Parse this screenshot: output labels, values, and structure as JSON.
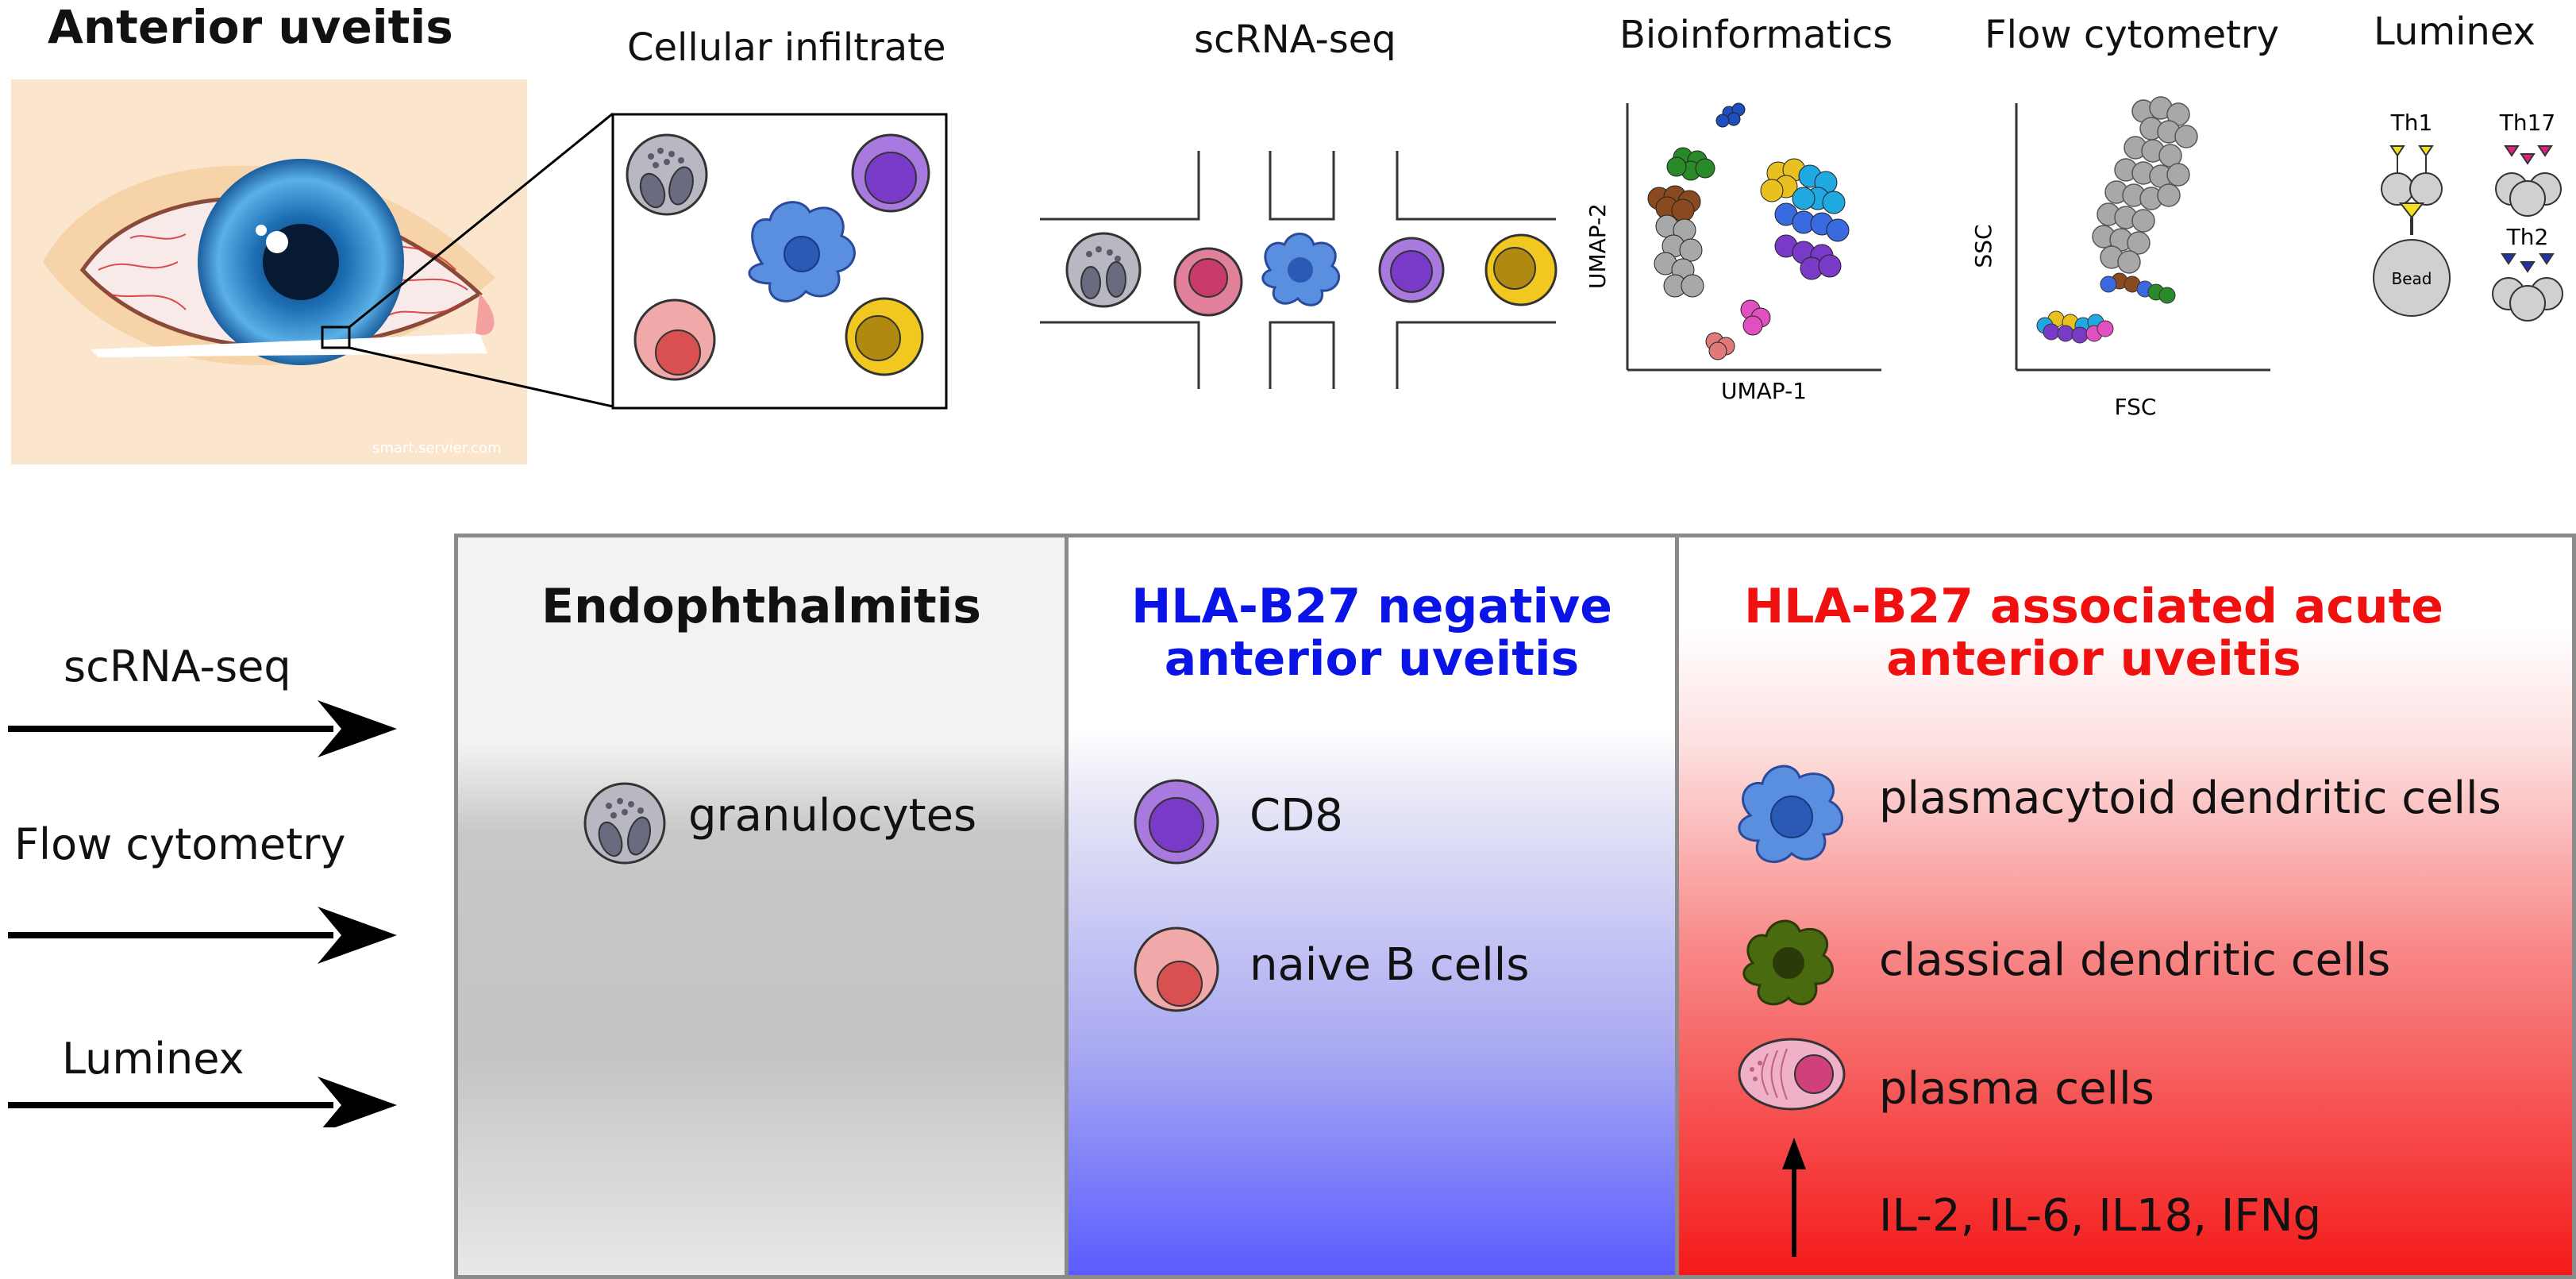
{
  "top": {
    "title": "Anterior uveitis",
    "watermark": "smart.servier.com",
    "steps": [
      "Cellular infiltrate",
      "scRNA-seq",
      "Bioinformatics",
      "Flow cytometry",
      "Luminex"
    ],
    "umap": {
      "x_label": "UMAP-1",
      "y_label": "UMAP-2"
    },
    "flow": {
      "x_label": "FSC",
      "y_label": "SSC"
    },
    "luminex": {
      "th1": "Th1",
      "th17": "Th17",
      "th2": "Th2",
      "bead": "Bead"
    }
  },
  "methods": [
    "scRNA-seq",
    "Flow cytometry",
    "Luminex"
  ],
  "panels": [
    {
      "title_lines": [
        "Endophthalmitis"
      ],
      "title_color": "#000000",
      "cells": [
        "granulocytes"
      ]
    },
    {
      "title_lines": [
        "HLA-B27 negative",
        "anterior uveitis"
      ],
      "title_color": "#0a14e6",
      "cells": [
        "CD8",
        "naive B cells"
      ]
    },
    {
      "title_lines": [
        "HLA-B27 associated acute",
        "anterior uveitis"
      ],
      "title_color": "#f01010",
      "cells": [
        "plasmacytoid dendritic cells",
        "classical dendritic cells",
        "plasma cells",
        "IL-2, IL-6, IL18, IFNg"
      ]
    }
  ],
  "colors": {
    "endo_gradient": "#bdbdbd",
    "neg_gradient": "#5a5cff",
    "assoc_gradient": "#f41a1a",
    "pdc": "#5a8fe0",
    "cdc": "#4a6a10",
    "cd8": "#8a5ad0",
    "naive_b": "#e07a7a",
    "plasma": "#e090b0",
    "granulocyte": "#9a9aa8",
    "yellow_cell": "#e8c020"
  }
}
